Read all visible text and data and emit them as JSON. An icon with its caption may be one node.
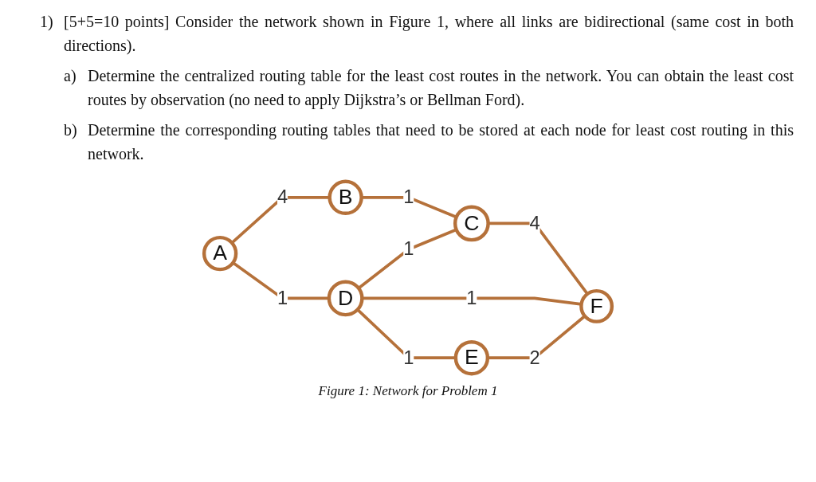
{
  "diagram": {
    "caption": "Figure 1: Network for Problem 1",
    "nodes": [
      {
        "text": [
          "A"
        ]
      },
      {
        "text": [
          "B"
        ]
      },
      {
        "text": [
          "D"
        ]
      },
      {
        "text": [
          "C"
        ]
      },
      {
        "text": [
          "E"
        ]
      },
      {
        "text": [
          "F"
        ]
      }
    ],
    "edges": [
      {
        "from": 0,
        "to": 1,
        "arrow": "none",
        "label": "4"
      },
      {
        "from": 1,
        "to": 3,
        "arrow": "none",
        "label": "1"
      },
      {
        "from": 0,
        "to": 2,
        "arrow": "none",
        "label": "1"
      },
      {
        "from": 2,
        "to": 3,
        "arrow": "none",
        "label": "1"
      },
      {
        "from": 3,
        "to": 5,
        "arrow": "none",
        "label": "4"
      },
      {
        "from": 2,
        "to": 5,
        "arrow": "none",
        "label": "1"
      },
      {
        "from": 2,
        "to": 4,
        "arrow": "none",
        "label": "1"
      },
      {
        "from": 4,
        "to": 5,
        "arrow": "none",
        "label": "2"
      }
    ],
    "labels": [
      "1)",
      "[5+5=10 points] Consider the network shown in Figure 1, where all links are bidirectional (same cost in both directions).",
      "a)",
      "Determine the centralized routing table for the least cost routes in the network. You can obtain the least cost routes by observation (no need to apply Dijkstra’s or Bellman Ford).",
      "b)",
      "Determine the corresponding routing tables that need to be stored at each node for least cost routing in this network."
    ]
  }
}
